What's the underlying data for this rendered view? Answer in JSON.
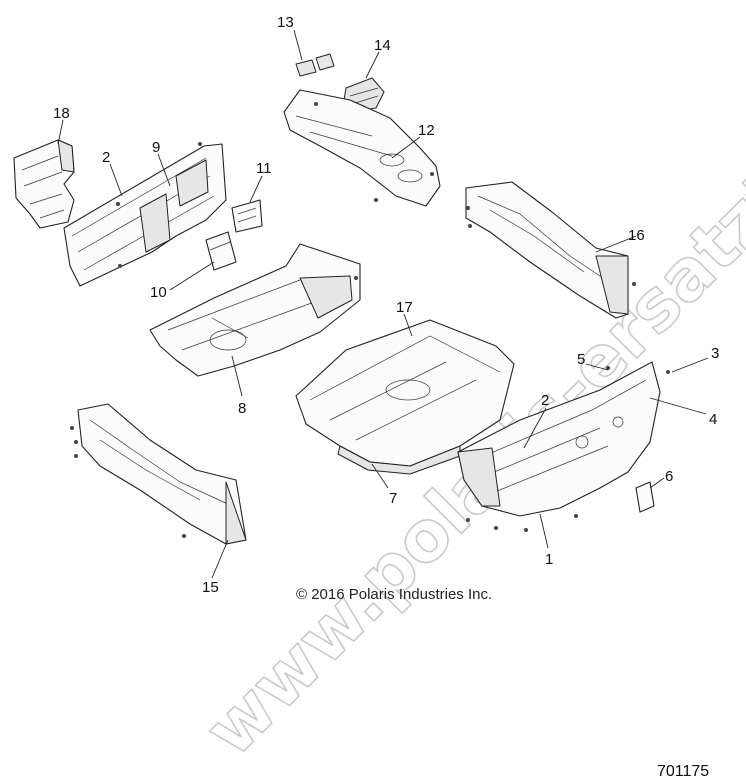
{
  "callouts": [
    "13",
    "14",
    "18",
    "2",
    "9",
    "12",
    "11",
    "16",
    "10",
    "17",
    "8",
    "5",
    "3",
    "2",
    "4",
    "6",
    "7",
    "1",
    "15"
  ],
  "copyright": "© 2016 Polaris Industries Inc.",
  "document_number": "701175",
  "watermark": "www.polaris-ersatzteile.de"
}
